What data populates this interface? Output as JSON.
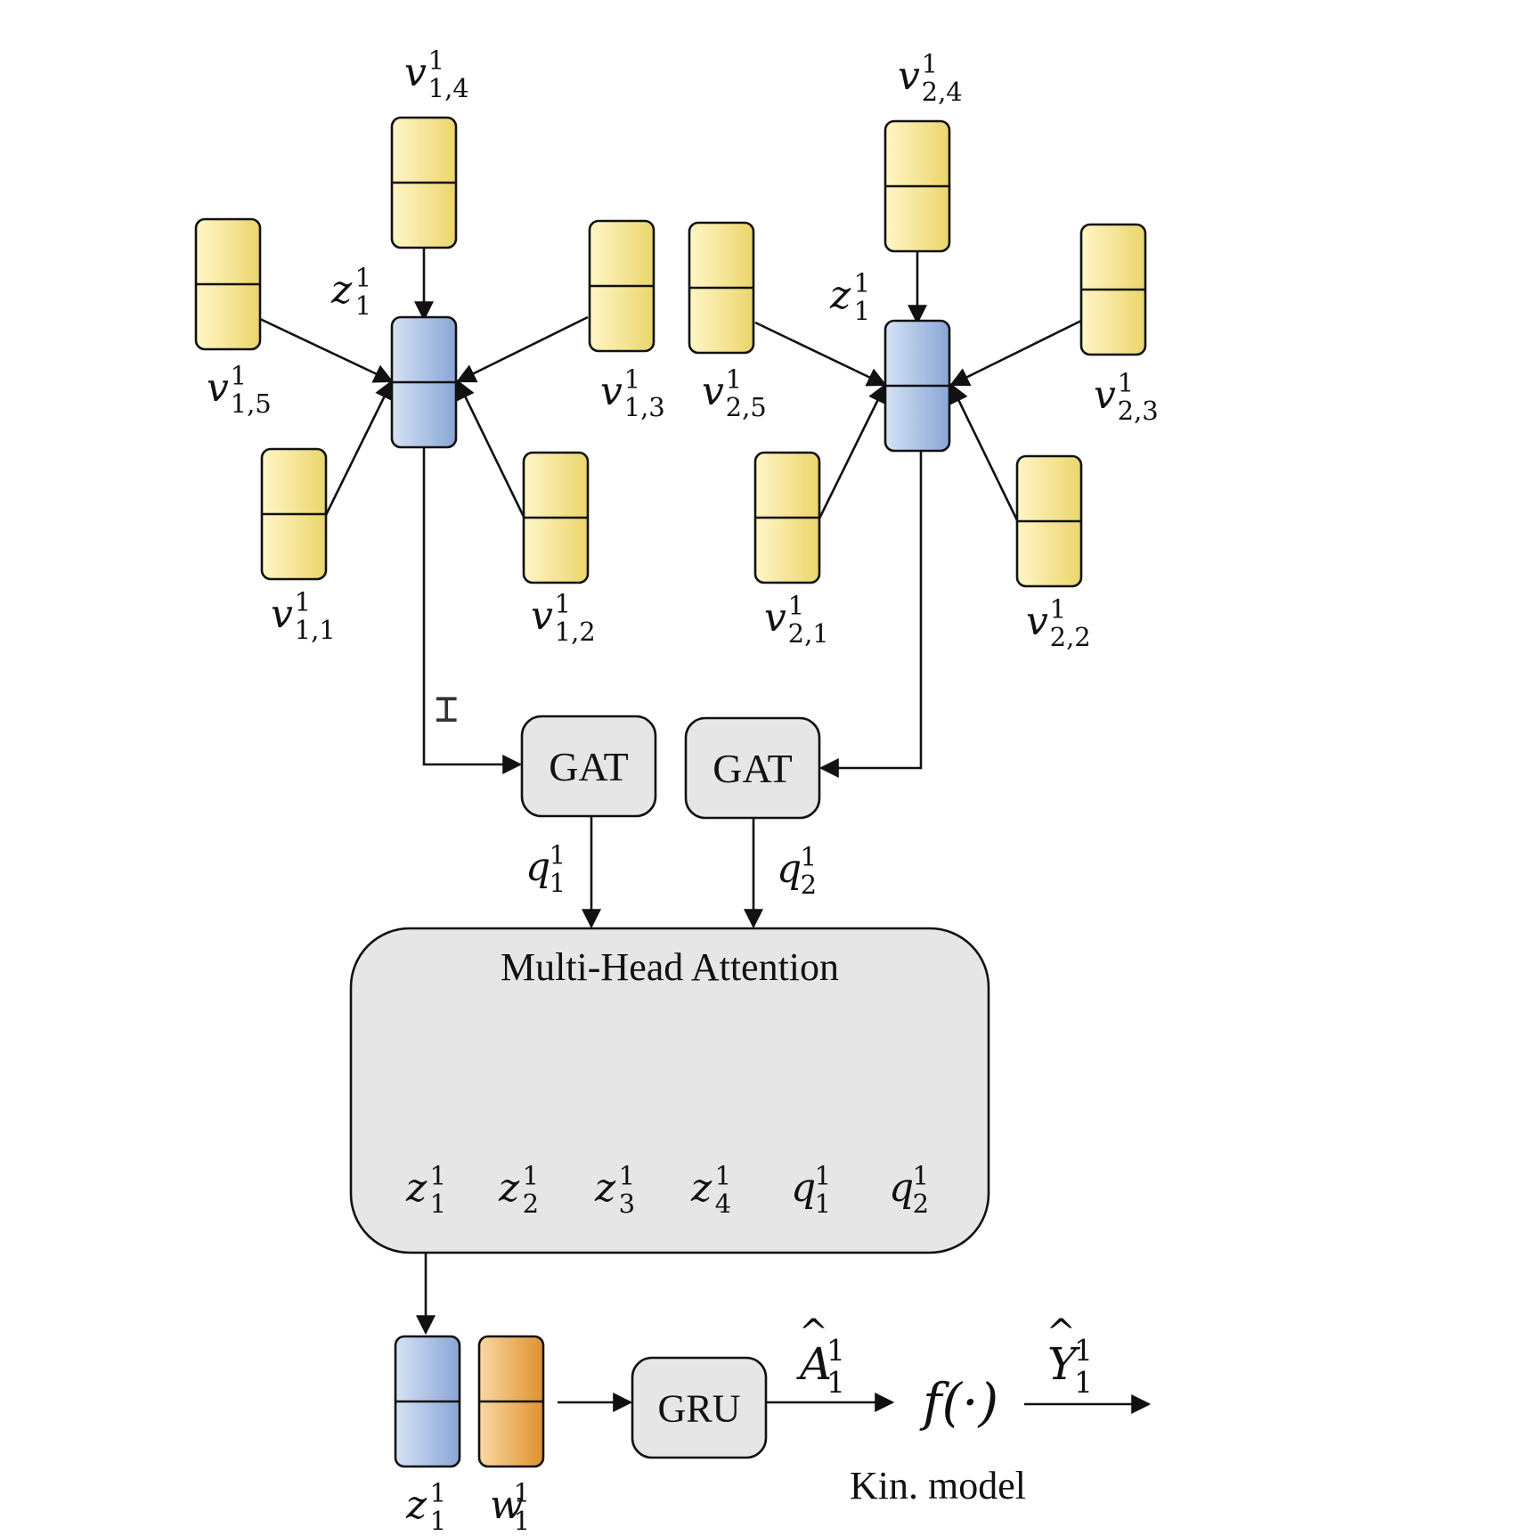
{
  "colors": {
    "neighbor": "#f2de7c",
    "center": "#9fb8df",
    "extra": "#e6a24a",
    "module": "#e6e6e6",
    "stroke": "#111111"
  },
  "graph_left": {
    "center": {
      "base": "z",
      "sup": "1",
      "sub": "1"
    },
    "neighbors": [
      {
        "id": "v14",
        "base": "v",
        "sup": "1",
        "sub": "1,4"
      },
      {
        "id": "v15",
        "base": "v",
        "sup": "1",
        "sub": "1,5"
      },
      {
        "id": "v13",
        "base": "v",
        "sup": "1",
        "sub": "1,3"
      },
      {
        "id": "v11",
        "base": "v",
        "sup": "1",
        "sub": "1,1"
      },
      {
        "id": "v12",
        "base": "v",
        "sup": "1",
        "sub": "1,2"
      }
    ]
  },
  "graph_right": {
    "center": {
      "base": "z",
      "sup": "1",
      "sub": "1"
    },
    "neighbors": [
      {
        "id": "v24",
        "base": "v",
        "sup": "1",
        "sub": "2,4"
      },
      {
        "id": "v25",
        "base": "v",
        "sup": "1",
        "sub": "2,5"
      },
      {
        "id": "v23",
        "base": "v",
        "sup": "1",
        "sub": "2,3"
      },
      {
        "id": "v21",
        "base": "v",
        "sup": "1",
        "sub": "2,1"
      },
      {
        "id": "v22",
        "base": "v",
        "sup": "1",
        "sub": "2,2"
      }
    ]
  },
  "gat_modules": [
    {
      "label": "GAT",
      "output": {
        "base": "q",
        "sup": "1",
        "sub": "1"
      }
    },
    {
      "label": "GAT",
      "output": {
        "base": "q",
        "sup": "1",
        "sub": "2"
      }
    }
  ],
  "attention": {
    "title": "Multi-Head Attention",
    "tokens": [
      {
        "kind": "center",
        "base": "z",
        "sup": "1",
        "sub": "1"
      },
      {
        "kind": "center",
        "base": "z",
        "sup": "1",
        "sub": "2"
      },
      {
        "kind": "center",
        "base": "z",
        "sup": "1",
        "sub": "3"
      },
      {
        "kind": "center",
        "base": "z",
        "sup": "1",
        "sub": "4"
      },
      {
        "kind": "neighbor",
        "base": "q",
        "sup": "1",
        "sub": "1"
      },
      {
        "kind": "neighbor",
        "base": "q",
        "sup": "1",
        "sub": "2"
      }
    ]
  },
  "bottom": {
    "inputs": [
      {
        "kind": "center",
        "base": "z",
        "sup": "1",
        "sub": "1"
      },
      {
        "kind": "extra",
        "base": "w",
        "sup": "1",
        "sub": "1"
      }
    ],
    "gru_label": "GRU",
    "gru_output": {
      "base": "A",
      "accent": "^",
      "sup": "1",
      "sub": "1"
    },
    "function_label": "f(·)",
    "kin_label": "Kin. model",
    "final_output": {
      "base": "Y",
      "accent": "^",
      "sup": "1",
      "sub": "1"
    }
  }
}
